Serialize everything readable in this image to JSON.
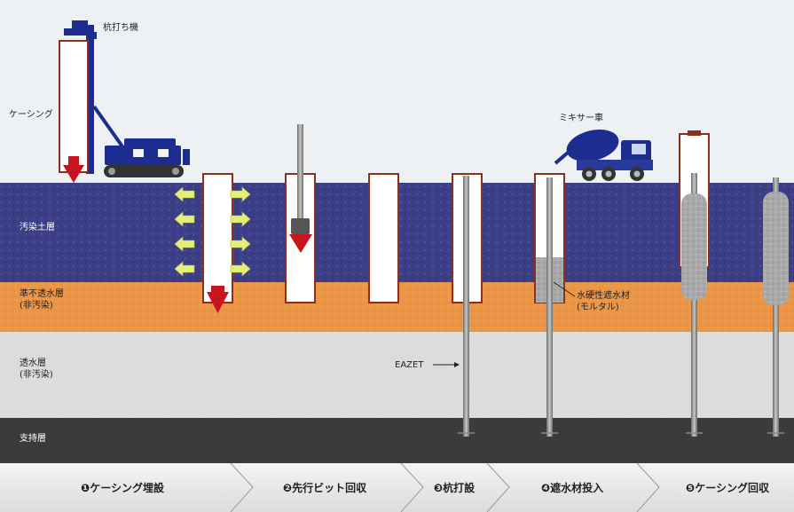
{
  "labels": {
    "pile_driver": "杭打ち機",
    "casing": "ケーシング",
    "contaminated_layer": "汚染土層",
    "semi_impermeable": "準不透水層\n(非汚染)",
    "permeable": "透水層\n(非汚染)",
    "bearing": "支持層",
    "mixer_truck": "ミキサー車",
    "sealant": "水硬性遮水材\n(モルタル)",
    "eazet": "EAZET"
  },
  "steps": [
    {
      "label": "❶ケーシング埋設"
    },
    {
      "label": "❷先行ビット回収"
    },
    {
      "label": "❸杭打設"
    },
    {
      "label": "❹遮水材投入"
    },
    {
      "label": "❺ケーシング回収"
    }
  ],
  "colors": {
    "sky": "#eef1f4",
    "contaminated": "#3c3f86",
    "semi_impermeable": "#eb9546",
    "permeable": "#dcdcdc",
    "bearing": "#3b3b3b",
    "casing": "#8c2f1c",
    "arrow_red": "#c4161c",
    "machine_blue": "#1c2d8f",
    "arrow_yellow": "#e4ef7a"
  }
}
